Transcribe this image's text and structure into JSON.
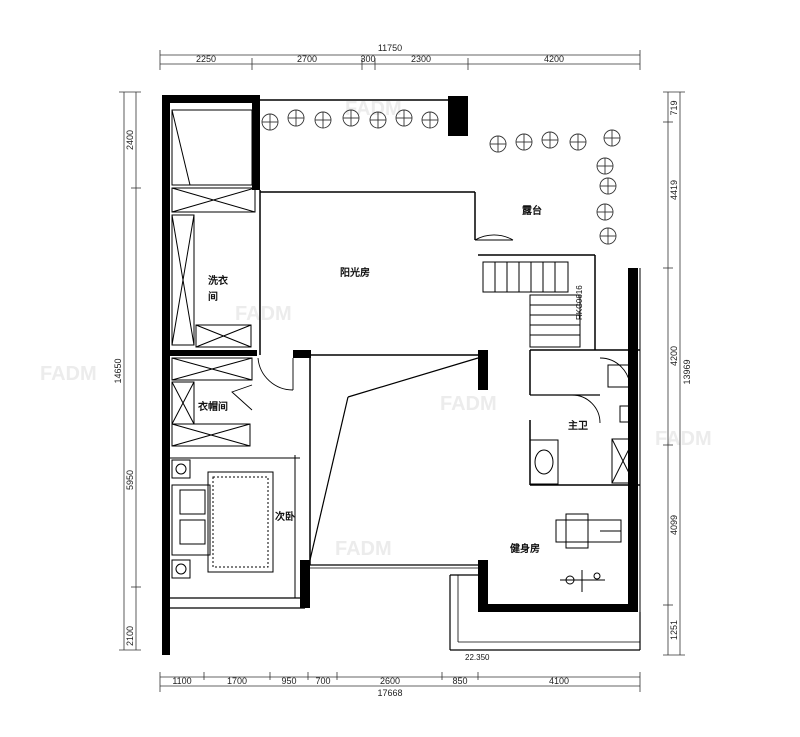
{
  "dimensions": {
    "top_total": "11750",
    "top": [
      "2250",
      "2700",
      "300",
      "2300",
      "4200"
    ],
    "bottom_total": "17668",
    "bottom": [
      "1100",
      "1700",
      "950",
      "700",
      "2600",
      "850",
      "4100"
    ],
    "left_total": "14650",
    "left": [
      "2400",
      "5950",
      "2100"
    ],
    "right_total": "13969",
    "right": [
      "719",
      "4419",
      "4200",
      "4099",
      "1251"
    ]
  },
  "rooms": {
    "terrace": "露台",
    "sunroom": "阳光房",
    "laundry_line1": "洗衣",
    "laundry_line2": "间",
    "closet": "衣帽间",
    "master_bath": "主卫",
    "second_bedroom": "次卧",
    "gym": "健身房"
  },
  "labels": {
    "window_code": "RKC0616",
    "elevation": "22.350"
  },
  "colors": {
    "wall": "#000000",
    "line": "#222222",
    "plant": "#333333"
  }
}
